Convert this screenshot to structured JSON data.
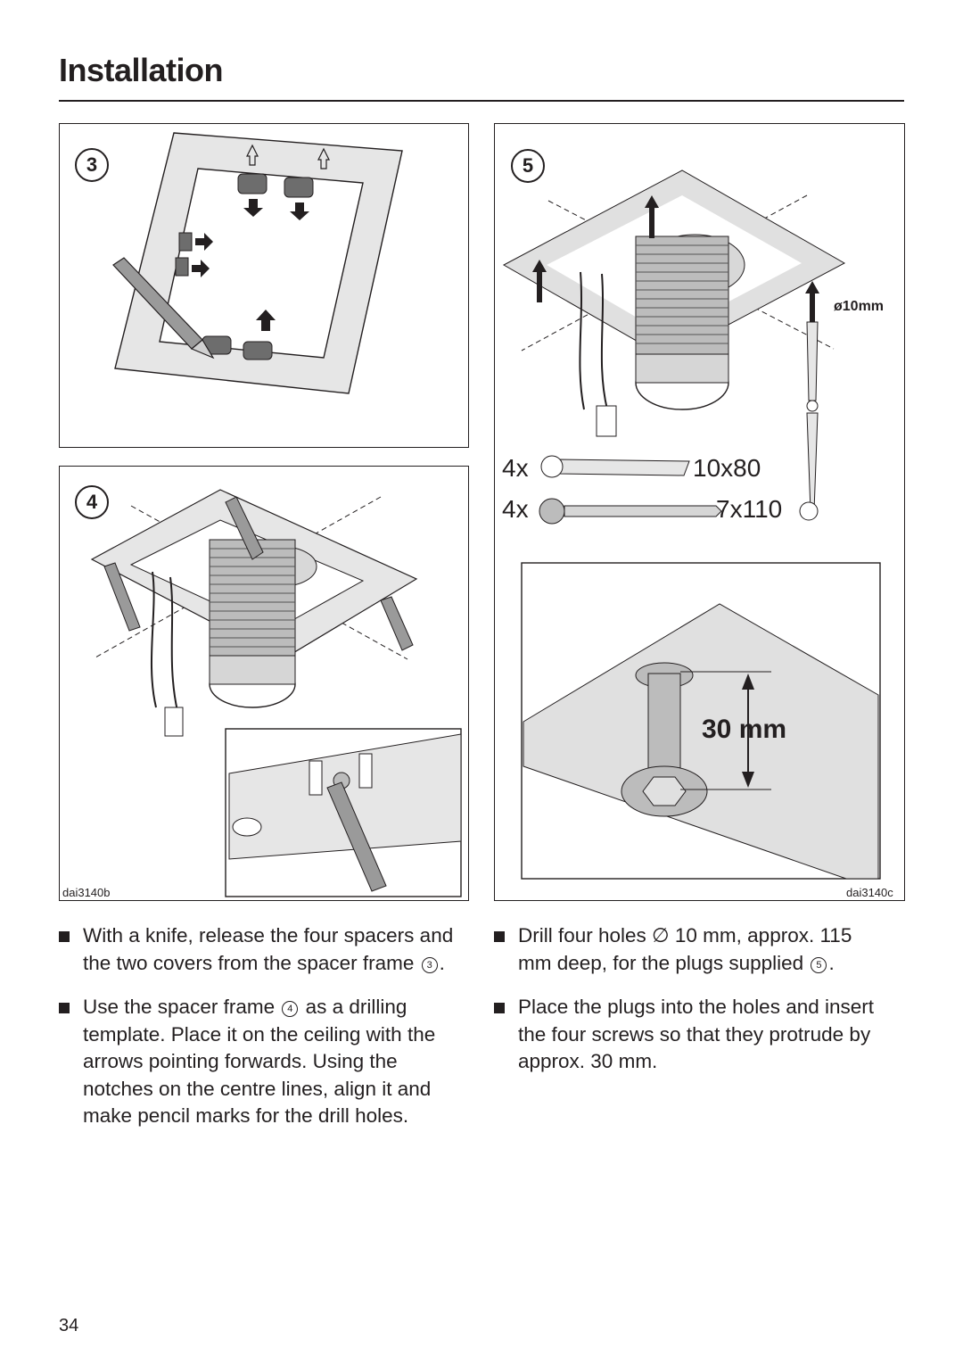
{
  "header": {
    "title": "Installation"
  },
  "figures": {
    "step3": {
      "number": "3"
    },
    "step4": {
      "number": "4"
    },
    "step5": {
      "number": "5"
    },
    "left_code": "dai3140b",
    "right_code": "dai3140c",
    "diameter_label": "ø10mm",
    "parts": [
      {
        "qty": "4x",
        "size": "10x80"
      },
      {
        "qty": "4x",
        "size": "7x110"
      }
    ],
    "protrusion_label": "30 mm"
  },
  "instructions": {
    "left": [
      {
        "before": "With a knife, release the four spacers and the two covers from the spacer frame",
        "ref": "3",
        "after": "."
      },
      {
        "before": "Use the spacer frame",
        "ref": "4",
        "after": "as a drilling template. Place it on the ceiling with the arrows pointing forwards. Using the notches on the centre lines, align it and make pencil marks for the drill holes."
      }
    ],
    "right": [
      {
        "before": "Drill four holes ∅ 10 mm, approx. 115 mm deep, for the plugs supplied",
        "ref": "5",
        "after": "."
      },
      {
        "before": "Place the plugs into the holes and insert the four screws so that they protrude by approx. 30 mm.",
        "ref": "",
        "after": ""
      }
    ]
  },
  "footer": {
    "page_number": "34"
  }
}
